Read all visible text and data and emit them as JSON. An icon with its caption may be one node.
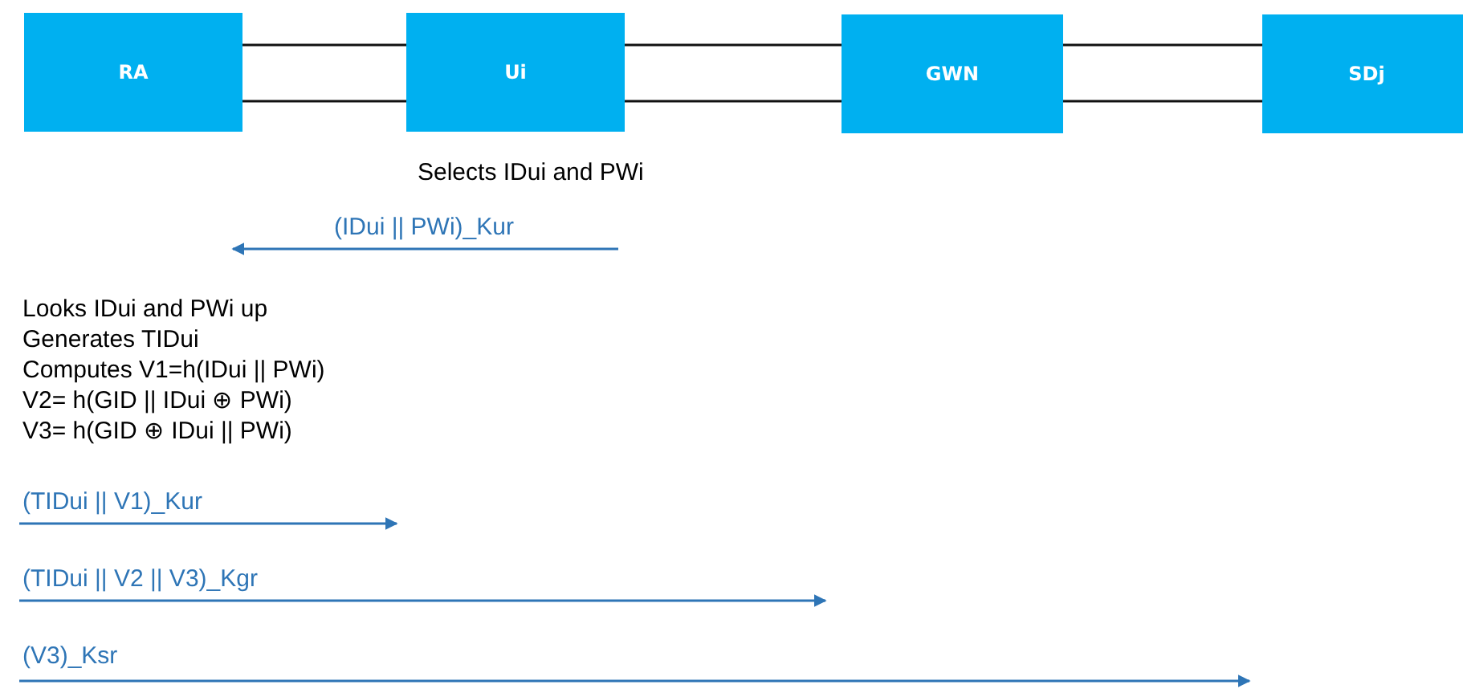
{
  "diagram": {
    "nodes": [
      {
        "text": [
          "RA"
        ]
      },
      {
        "text": [
          "Ui"
        ]
      },
      {
        "text": [
          "GWN"
        ]
      },
      {
        "text": [
          "SDj"
        ]
      }
    ],
    "edges": [
      {
        "from": 0,
        "to": 1,
        "arrow": "none"
      },
      {
        "from": 1,
        "to": 2,
        "arrow": "none"
      },
      {
        "from": 2,
        "to": 3,
        "arrow": "none"
      }
    ],
    "labels": [
      "Selects IDui and PWi",
      "(IDui || PWi)_Kur",
      "Looks IDui and PWi up",
      "Generates TIDui",
      "Computes V1=h(IDui || PWi)",
      "V2= h(GID || IDui ⊕ PWi)",
      "V3= h(GID ⊕ IDui || PWi)",
      "(TIDui || V1)_Kur",
      "(TIDui || V2 || V3)_Kgr",
      "(V3)_Ksr"
    ]
  }
}
